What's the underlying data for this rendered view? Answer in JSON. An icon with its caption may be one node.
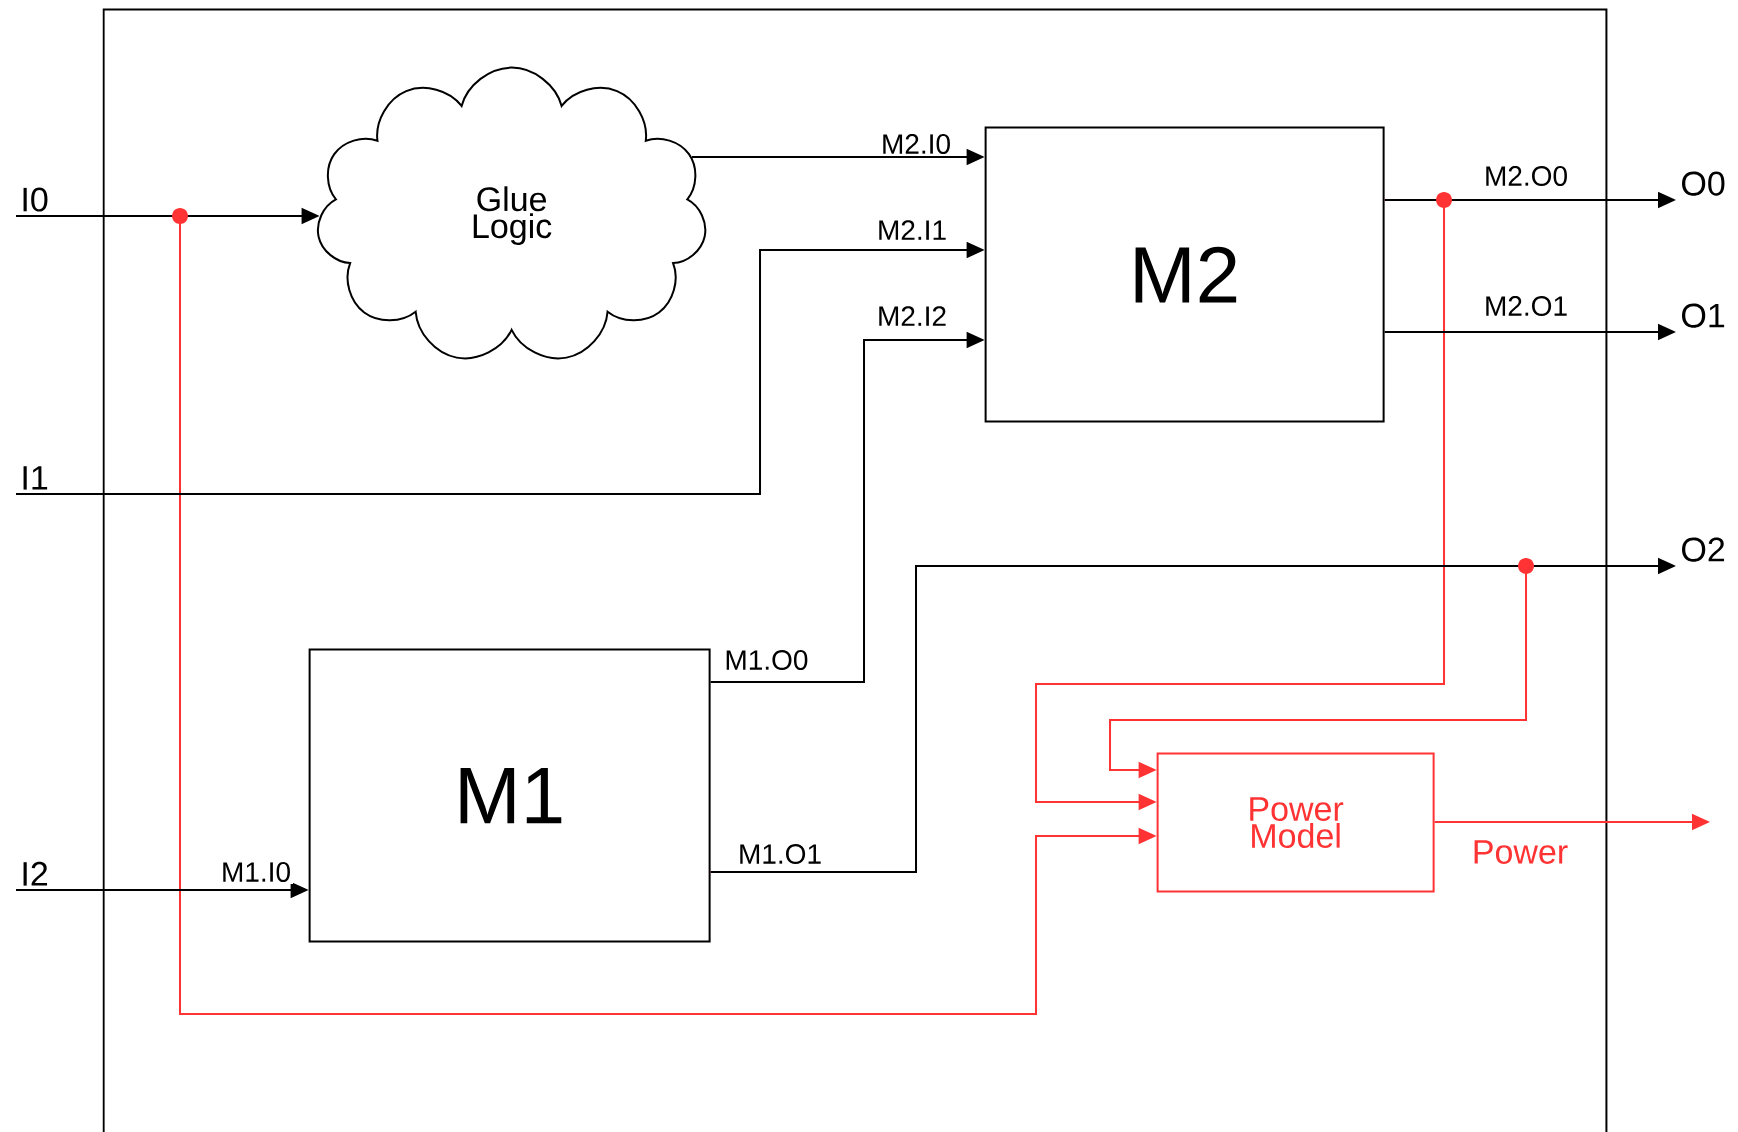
{
  "diagram": {
    "nodes": [
      {
        "text": [],
        "shape": "box"
      },
      {
        "text": [
          "I0"
        ]
      },
      {
        "text": [
          "I1"
        ]
      },
      {
        "text": [
          "I2"
        ]
      },
      {
        "text": [
          "Glue Logic"
        ],
        "in": 0
      },
      {
        "text": [
          "M2"
        ],
        "in": 0
      },
      {
        "text": [
          "M1"
        ],
        "in": 0
      },
      {
        "text": [
          "Power Model"
        ],
        "in": 0
      },
      {
        "text": [
          "O0"
        ]
      },
      {
        "text": [
          "O1"
        ]
      },
      {
        "text": [
          "O2"
        ]
      }
    ],
    "edges": [
      {
        "from": 1,
        "to": 4,
        "arrow": "to"
      },
      {
        "from": 4,
        "to": 5,
        "arrow": "to",
        "label": "M2.I0"
      },
      {
        "from": 2,
        "to": 5,
        "arrow": "to",
        "label": "M2.I1"
      },
      {
        "from": 6,
        "to": 5,
        "arrow": "to",
        "label": "M2.I2"
      },
      {
        "from": 3,
        "to": 6,
        "arrow": "to",
        "label": "M1.I0"
      },
      {
        "from": 5,
        "to": 8,
        "arrow": "to",
        "label": "M2.O0"
      },
      {
        "from": 5,
        "to": 9,
        "arrow": "to",
        "label": "M2.O1"
      },
      {
        "from": 6,
        "to": 10,
        "arrow": "to",
        "label": "M1.O1"
      },
      {
        "from": 1,
        "to": 7,
        "arrow": "to",
        "color": "#ff3333"
      },
      {
        "from": 5,
        "to": 7,
        "arrow": "to",
        "color": "#ff3333"
      },
      {
        "from": 6,
        "to": 7,
        "arrow": "to",
        "color": "#ff3333"
      },
      {
        "from": 7,
        "to": null,
        "arrow": "to",
        "label": "Power",
        "color": "#ff3333"
      }
    ],
    "labels": [
      "M1.O0"
    ]
  }
}
